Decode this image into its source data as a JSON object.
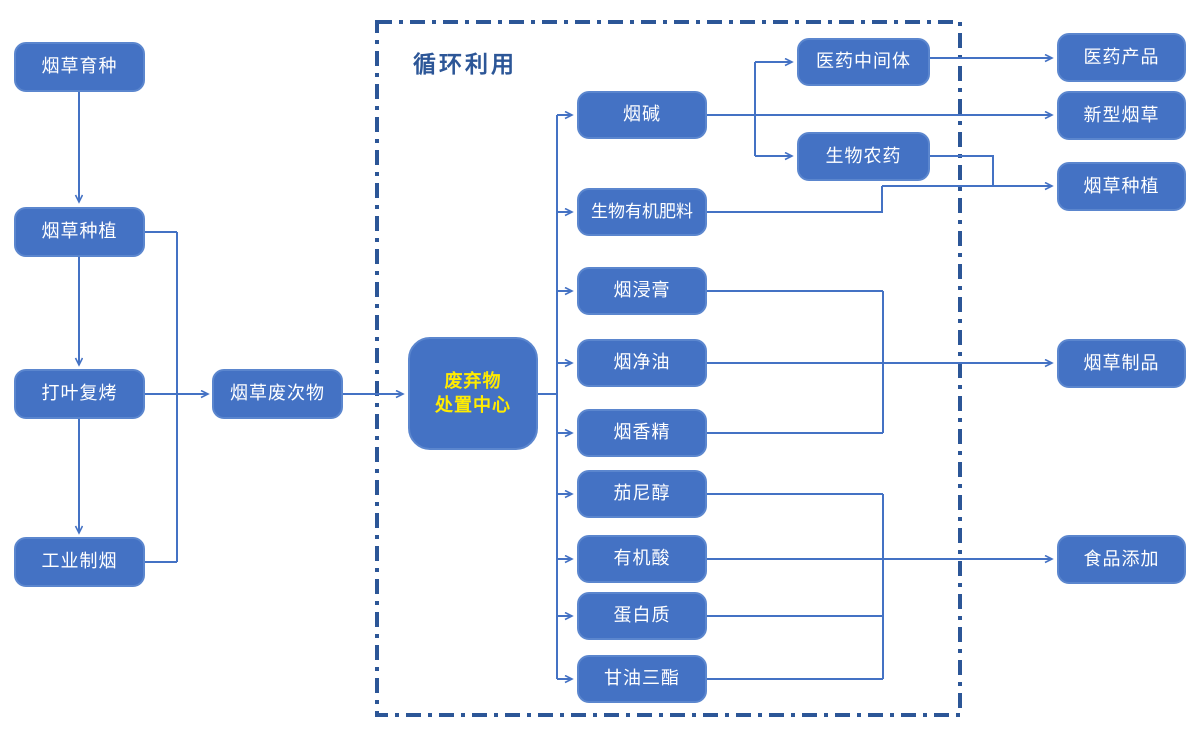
{
  "zone": {
    "label": "循环利用"
  },
  "supply_chain": [
    {
      "label": "烟草育种"
    },
    {
      "label": "烟草种植"
    },
    {
      "label": "打叶复烤"
    },
    {
      "label": "工业制烟"
    }
  ],
  "waste": {
    "label": "烟草废次物"
  },
  "disposal": {
    "line1": "废弃物",
    "line2": "处置中心"
  },
  "products": [
    {
      "label": "烟碱"
    },
    {
      "label": "生物有机肥料"
    },
    {
      "label": "烟浸膏"
    },
    {
      "label": "烟净油"
    },
    {
      "label": "烟香精"
    },
    {
      "label": "茄尼醇"
    },
    {
      "label": "有机酸"
    },
    {
      "label": "蛋白质"
    },
    {
      "label": "甘油三酯"
    }
  ],
  "intermediates": [
    {
      "label": "医药中间体"
    },
    {
      "label": "生物农药"
    }
  ],
  "outputs": [
    {
      "label": "医药产品"
    },
    {
      "label": "新型烟草"
    },
    {
      "label": "烟草种植"
    },
    {
      "label": "烟草制品"
    },
    {
      "label": "食品添加"
    }
  ],
  "colors": {
    "node_fill": "#4472C4",
    "node_border": "#5b86ce",
    "node_text": "#ffffff",
    "highlight_text": "#FFEB00",
    "connector": "#4472C4",
    "zone_border": "#2c5697",
    "zone_label": "#2c5697",
    "background": "#ffffff"
  }
}
